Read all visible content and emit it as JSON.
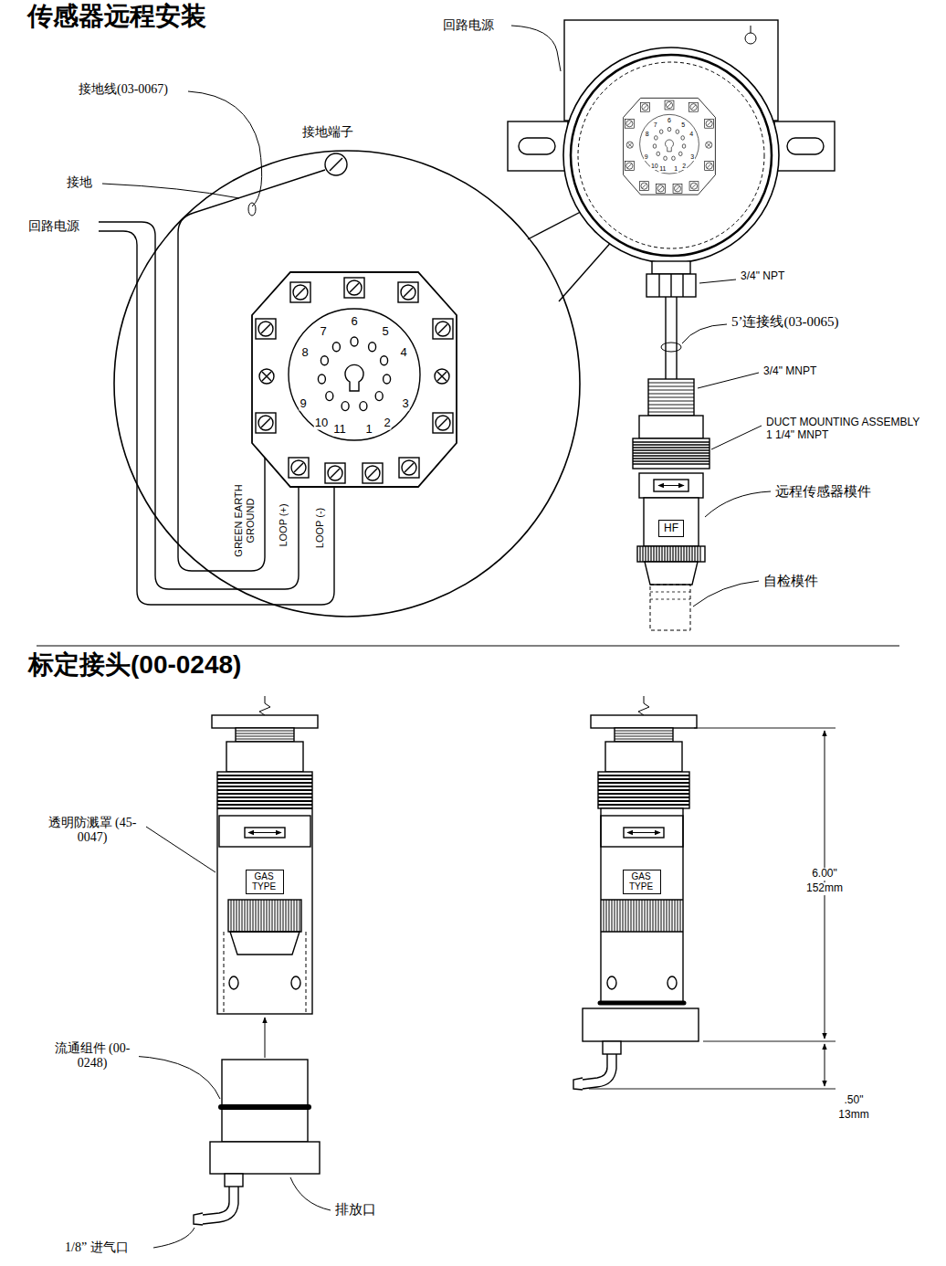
{
  "diagram": {
    "title": "传感器远程安装",
    "nodes": [
      {
        "text": [
          "HF"
        ]
      },
      {
        "text": [
          "GAS TYPE"
        ]
      },
      {
        "text": [
          "GAS TYPE"
        ]
      }
    ],
    "labels": [
      "接地线(03-0067)",
      "接地端子",
      "接地",
      "回路电源",
      "回路电源",
      "3/4\" NPT",
      "5’连接线(03-0065)",
      "3/4\" MNPT",
      "DUCT MOUNTING ASSEMBLY 1 1/4\" MNPT",
      "远程传感器模件",
      "自检模件",
      "7",
      "6",
      "5",
      "8",
      "4",
      "9",
      "3",
      "10",
      "11",
      "1",
      "2",
      "7",
      "6",
      "5",
      "8",
      "4",
      "9",
      "3",
      "10",
      "11",
      "1",
      "2",
      "GREEN EARTH GROUND",
      "LOOP (+)",
      "LOOP (-)",
      "标定接头(00-0248)",
      "透明防溅罩 (45-0047)",
      "流通组件 (00-0248)",
      "排放口",
      "1/8” 进气口",
      "6.00\"",
      "152mm",
      ".50\"",
      "13mm"
    ]
  }
}
